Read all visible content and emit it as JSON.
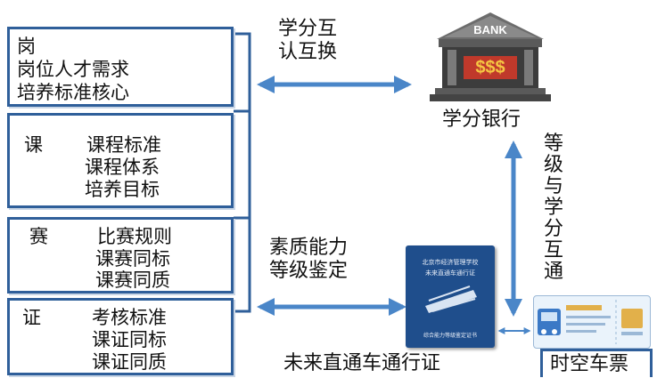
{
  "boxes": [
    {
      "key": "gang",
      "letter": "岗",
      "lines": [
        "岗位人才需求",
        "培养标准核心"
      ]
    },
    {
      "key": "ke",
      "letter": "课",
      "lines": [
        "课程标准",
        "课程体系",
        "培养目标"
      ]
    },
    {
      "key": "sai",
      "letter": "赛",
      "lines": [
        "比赛规则",
        "课赛同标",
        "课赛同质"
      ]
    },
    {
      "key": "zheng",
      "letter": "证",
      "lines": [
        "考核标准",
        "课证同标",
        "课证同质"
      ]
    }
  ],
  "labels": {
    "credit_exchange": [
      "学分互",
      "认互换"
    ],
    "bank": "学分银行",
    "bank_sign": "BANK",
    "bank_money": "$$$",
    "grade_exchange": [
      "等",
      "级",
      "与",
      "学",
      "分",
      "互",
      "通"
    ],
    "ability": [
      "素质能力",
      "等级鉴定"
    ],
    "passport": "未来直通车通行证",
    "ticket": "时空车票"
  },
  "passport_cover": {
    "line1": "北京市经济管理学校",
    "line2": "未来直通车通行证",
    "footer": "综合能力等级鉴定证书"
  },
  "colors": {
    "box_border": "#2f5f9a",
    "arrow": "#4a86c8",
    "passport": "#1f4e8c"
  }
}
